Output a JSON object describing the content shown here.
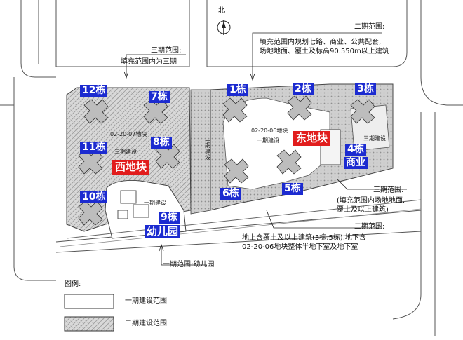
{
  "north": "北",
  "notes": {
    "phase2_top": "二期范围:",
    "phase2_fill": "填充范围内规划七路、商业、公共配套,\n场地地面、覆土及标高90.550m以上建筑",
    "phase3_top": "三期范围:",
    "phase3_top_text": "填充范围内为三期",
    "phase3_right": "三期范围:",
    "phase3_right_text": "(填充范围内场地地面,\n覆土及以上建筑)",
    "phase2_bottom": "二期范围:",
    "phase2_bottom_text": "地上含覆土及以上建筑(3栋,5栋),地下含\n02-20-06地块整体半地下室及地下室",
    "phase1_bottom": "一期范围:幼儿园"
  },
  "plots": {
    "west_code": "02-20-07地块",
    "east_code": "02-20-06地块",
    "west_phase": "三期建设",
    "east_phase": "一期建设",
    "kinder_phase": "一期建设",
    "west_strip": "二期建设",
    "east_right": "三期建设"
  },
  "buildings": {
    "b12": "12栋",
    "b7": "7栋",
    "b11": "11栋",
    "b8": "8栋",
    "b10": "10栋",
    "b9": "9栋",
    "kinder": "幼儿园",
    "b1": "1栋",
    "b2": "2栋",
    "b3": "3栋",
    "b4": "4栋",
    "commerce": "商业",
    "b5": "5栋",
    "b6": "6栋"
  },
  "zones": {
    "west": "西地块",
    "east": "东地块"
  },
  "legend": {
    "title": "图例:",
    "phase1": "一期建设范围",
    "phase2": "二期建设范围"
  },
  "colors": {
    "building_tag": "#1c2bd0",
    "zone_tag": "#e11d1d"
  }
}
